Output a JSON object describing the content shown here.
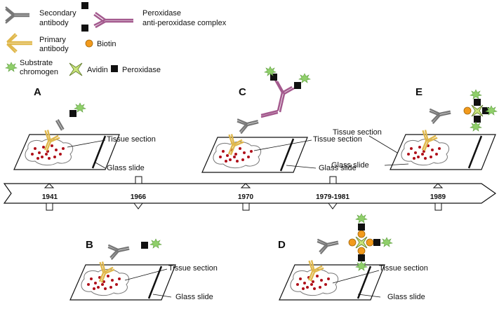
{
  "legend": {
    "secondary_antibody": [
      "Secondary",
      "antibody"
    ],
    "pap_complex": [
      "Peroxidase",
      "anti-peroxidase complex"
    ],
    "primary_antibody": [
      "Primary",
      "antibody"
    ],
    "biotin": "Biotin",
    "substrate_chromogen": [
      "Substrate",
      "chromogen"
    ],
    "avidin": "Avidin",
    "peroxidase": "Peroxidase"
  },
  "panels": {
    "A": {
      "letter": "A",
      "tissue": "Tissue section",
      "glass": "Glass slide"
    },
    "B": {
      "letter": "B",
      "tissue": "Tissue section",
      "glass": "Glass slide"
    },
    "C": {
      "letter": "C",
      "tissue": "Tissue section",
      "glass": "Glass slide"
    },
    "D": {
      "letter": "D",
      "tissue": "Tissue section",
      "glass": "Glass slide"
    },
    "E": {
      "letter": "E",
      "tissue": "Tissue section",
      "glass": "Glass slide"
    }
  },
  "timeline": {
    "years": [
      "1941",
      "1966",
      "1970",
      "1979-1981",
      "1989"
    ]
  },
  "colors": {
    "primary_antibody": "#e0b84c",
    "secondary_antibody": "#777777",
    "pap_complex": "#a45a8e",
    "biotin": "#f29a1c",
    "avidin": "#c8e37a",
    "peroxidase": "#111111",
    "chromogen": "#8fcf6a",
    "tissue_dots": "#b0101a"
  }
}
